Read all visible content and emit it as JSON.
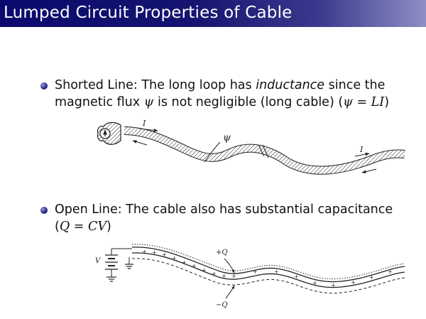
{
  "slide": {
    "title": "Lumped Circuit Properties of Cable"
  },
  "bullets": [
    {
      "line1_a": "Shorted Line: The long loop has ",
      "line1_em": "inductance",
      "line1_b": " since the",
      "line2_a": "magnetic flux ",
      "line2_psi": "ψ",
      "line2_b": " is not negligible (long cable) (",
      "line2_eq": "ψ = LI",
      "line2_c": ")"
    },
    {
      "line1": "Open Line: The cable also has substantial capacitance",
      "line2_a": "(",
      "line2_eq": "Q = CV",
      "line2_b": ")"
    }
  ],
  "figure1": {
    "current_label_left": "I",
    "flux_label": "ψ",
    "current_label_right": "I"
  },
  "figure2": {
    "voltage_label": "V",
    "plus_q_label": "+Q",
    "minus_q_label": "−Q"
  },
  "colors": {
    "title_bar": "#141470",
    "bullet": "#2a2a8a"
  }
}
